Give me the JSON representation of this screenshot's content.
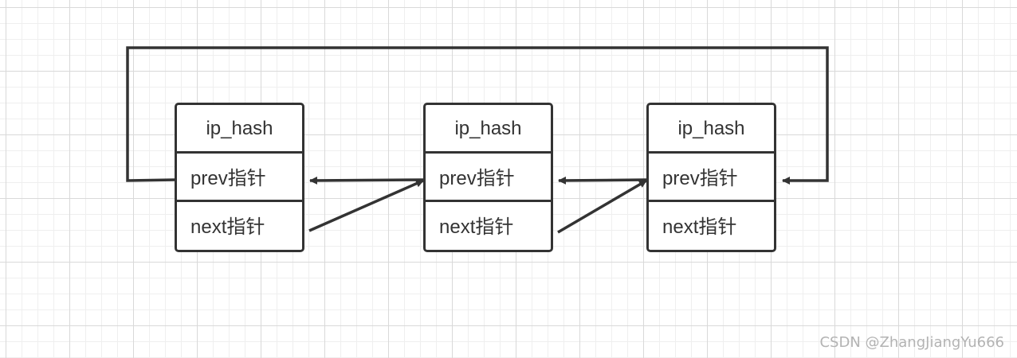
{
  "nodes": [
    {
      "title": "ip_hash",
      "prev_label": "prev指针",
      "next_label": "next指针"
    },
    {
      "title": "ip_hash",
      "prev_label": "prev指针",
      "next_label": "next指针"
    },
    {
      "title": "ip_hash",
      "prev_label": "prev指针",
      "next_label": "next指针"
    }
  ],
  "colors": {
    "stroke": "#333333",
    "grid": "#d9d9d9",
    "watermark": "#b3b3b3"
  },
  "watermark": "CSDN @ZhangJiangYu666"
}
